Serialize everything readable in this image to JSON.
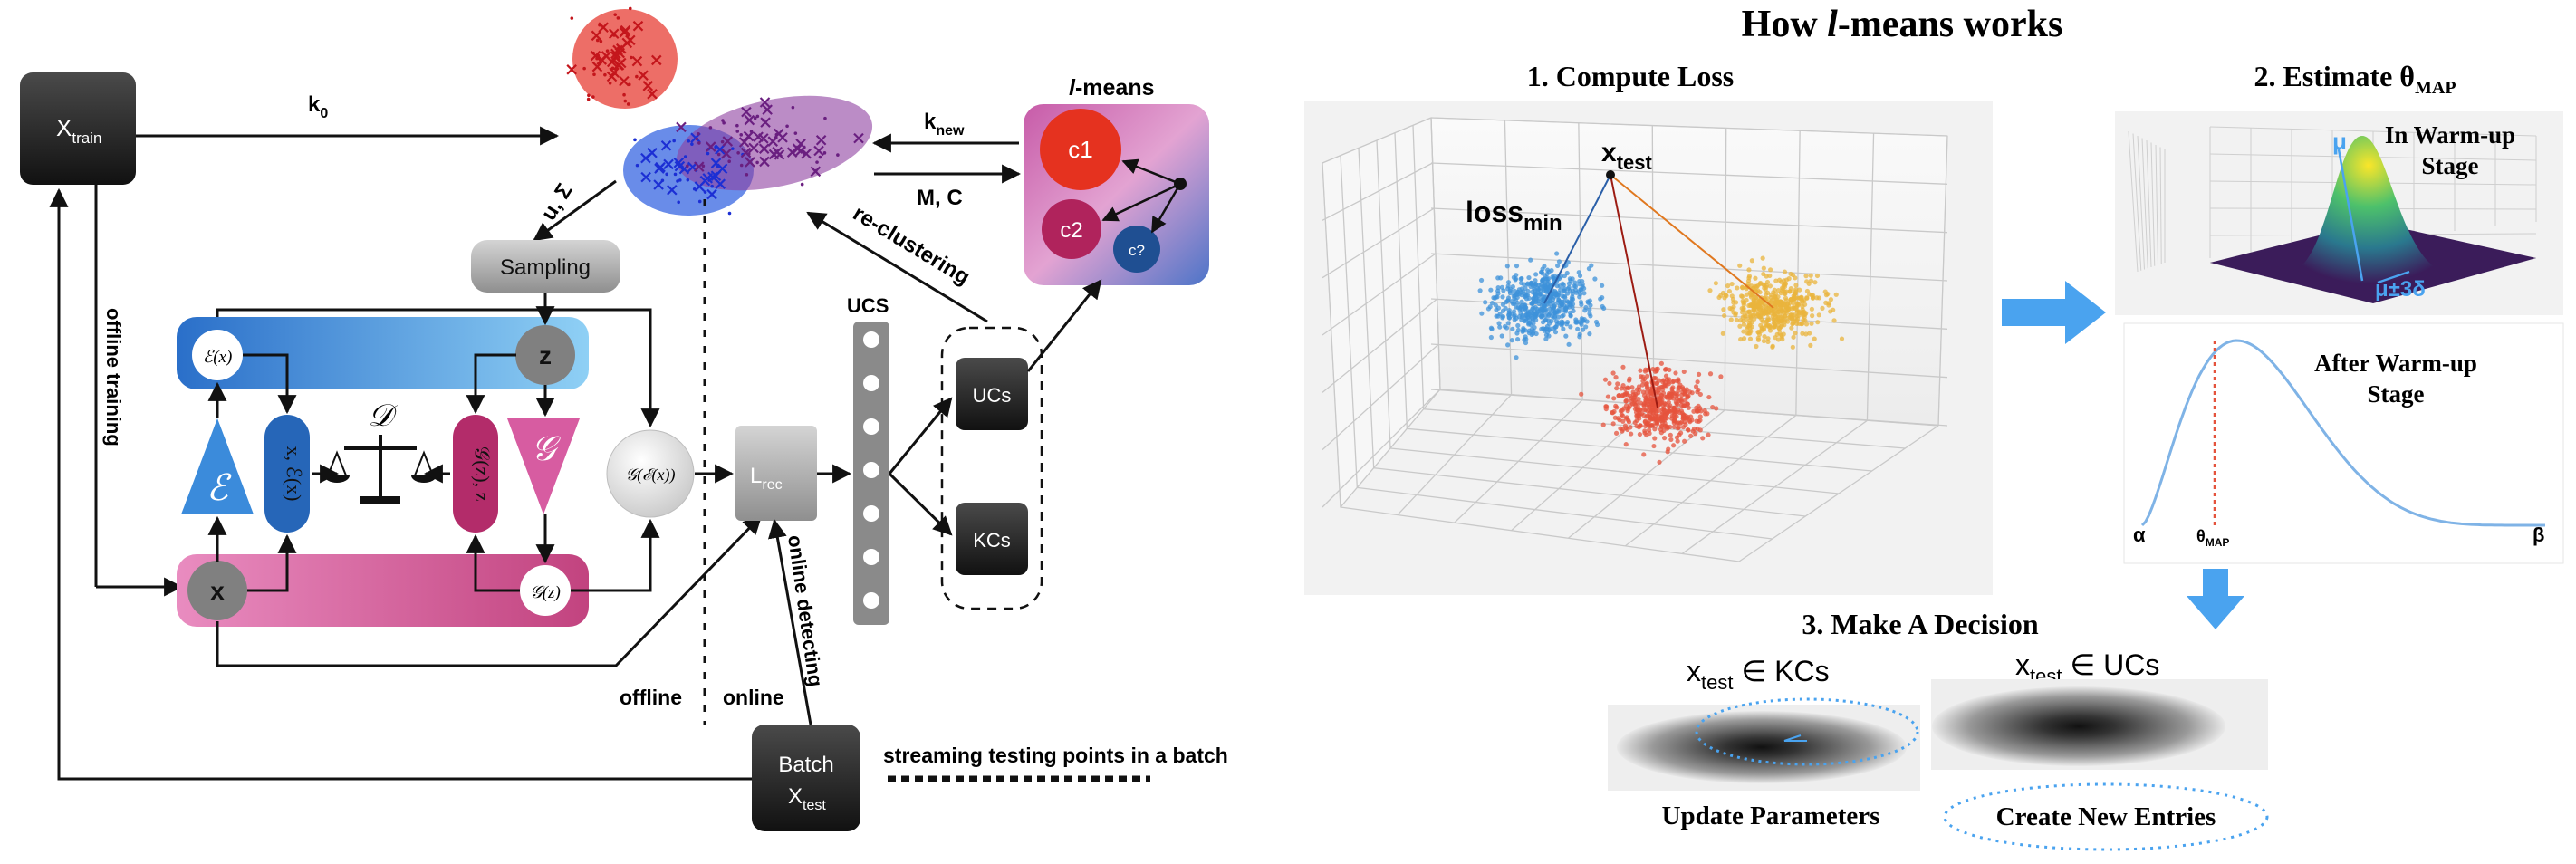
{
  "left": {
    "xtrain": {
      "main": "X",
      "sub": "train"
    },
    "k0": {
      "main": "k",
      "sub": "0"
    },
    "knew": {
      "main": "k",
      "sub": "new"
    },
    "mc": "M, C",
    "u_sigma": "u, Σ",
    "sampling": "Sampling",
    "lmeans_title": {
      "italic": "l",
      "rest": "-means"
    },
    "c1": "c1",
    "c2": "c2",
    "c3": "c?",
    "reclustering": "re-clustering",
    "ucs_label": "UCS",
    "ucs_box": "UCs",
    "kcs_box": "KCs",
    "offline_training": "offline training",
    "enc_small": "ℰ(x)",
    "z_node": "z",
    "enc_tri": "ℰ",
    "gen_tri": "𝒢",
    "x_enc": "x, ℰ(x)",
    "gz_z": "𝒢(z), z",
    "D": "𝒟",
    "g_enc": "𝒢(ℰ(x))",
    "x_node": "x",
    "gz_small": "𝒢(z)",
    "lrec": {
      "main": "L",
      "sub": "rec"
    },
    "offline": "offline",
    "online": "online",
    "online_detecting": "online detecting",
    "batch": {
      "line1": "Batch",
      "main": "X",
      "sub": "test"
    },
    "streaming": "streaming testing points in a batch",
    "colors": {
      "red": "#e8453c",
      "blue": "#2f7fd6",
      "purple": "#8e3fa0",
      "pink": "#d0558f",
      "dark": "#262626"
    }
  },
  "right": {
    "title": {
      "pre": "How ",
      "italic": "l",
      "post": "-means works"
    },
    "step1": "1. Compute Loss",
    "step2": {
      "text": "2. Estimate θ",
      "sub": "MAP"
    },
    "step3": "3. Make A Decision",
    "xtest_3d": {
      "main": "x",
      "sub": "test"
    },
    "loss_min": {
      "main": "loss",
      "sub": "min"
    },
    "warmup_in": {
      "line1": "In Warm-up",
      "line2": "Stage"
    },
    "mu": "μ",
    "mu3s": "μ±3δ",
    "warmup_after": {
      "line1": "After Warm-up",
      "line2": "Stage"
    },
    "alpha": "α",
    "theta_map": {
      "main": "θ",
      "sub": "MAP"
    },
    "beta": "β",
    "xtest_kcs": {
      "main": "x",
      "sub": "test",
      "rest": " ∈ KCs"
    },
    "xtest_ucs": {
      "main": "x",
      "sub": "test",
      "rest": " ∈ UCs"
    },
    "update": "Update Parameters",
    "create": "Create New Entries",
    "colors": {
      "cluster_blue": "#3d92d9",
      "cluster_yellow": "#eab43c",
      "cluster_red": "#e5533c",
      "arrow": "#4aa3ef"
    }
  }
}
